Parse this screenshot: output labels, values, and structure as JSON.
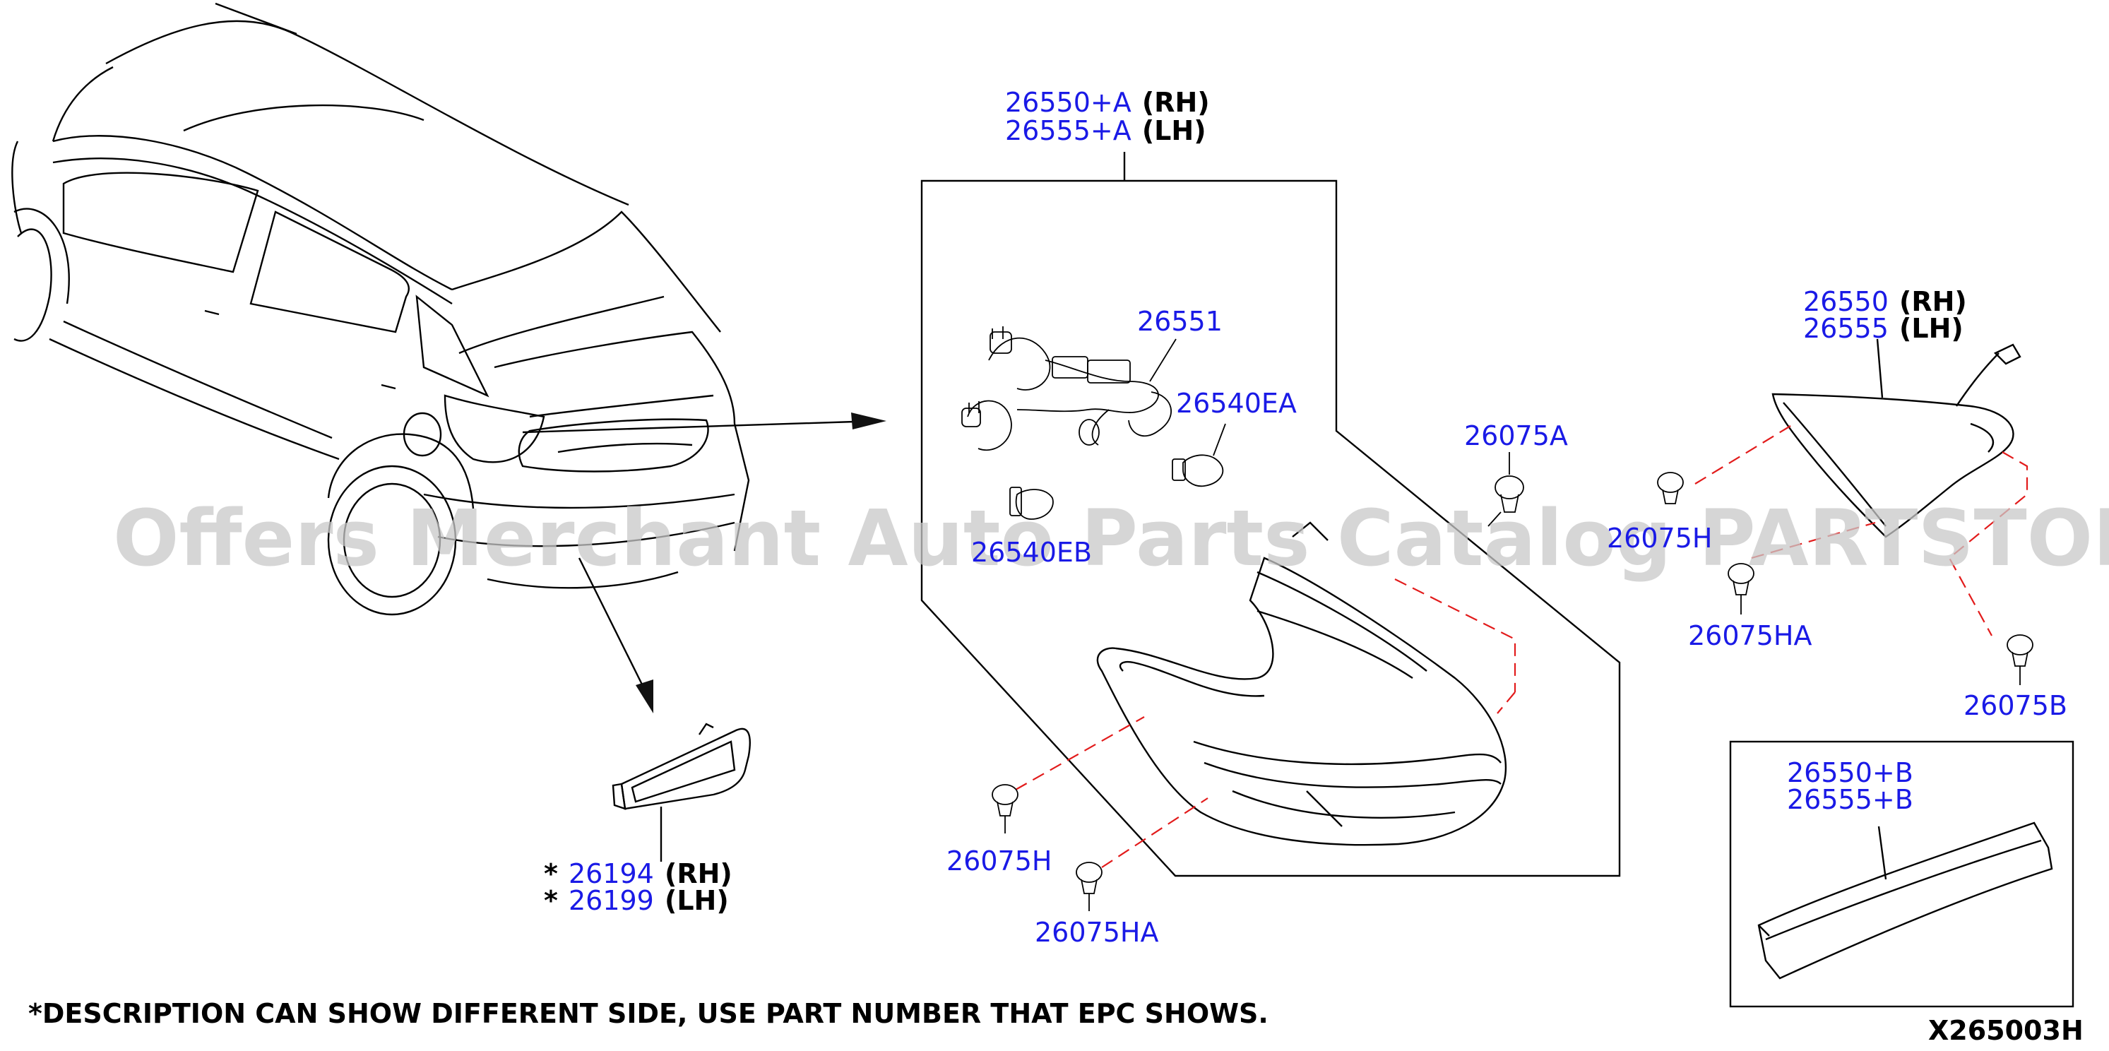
{
  "watermark": "Offers Merchant Auto Parts Catalog PARTSTORE.SA",
  "note": "*DESCRIPTION CAN SHOW DIFFERENT SIDE, USE PART NUMBER THAT EPC SHOWS.",
  "diagram_code": "X265003H",
  "callouts": {
    "assy_rh": {
      "pn": "26550+A",
      "side": "(RH)"
    },
    "assy_lh": {
      "pn": "26555+A",
      "side": "(LH)"
    },
    "harness": {
      "pn": "26551"
    },
    "bulb_a": {
      "pn": "26540EA"
    },
    "bulb_b": {
      "pn": "26540EB"
    },
    "grommet_a": {
      "pn": "26075A"
    },
    "grommet_h_left": {
      "pn": "26075H"
    },
    "grommet_ha_left": {
      "pn": "26075HA"
    },
    "lamp_rh": {
      "pn": "26550",
      "side": "(RH)"
    },
    "lamp_lh": {
      "pn": "26555",
      "side": "(LH)"
    },
    "grommet_h_right": {
      "pn": "26075H"
    },
    "grommet_ha_right": {
      "pn": "26075HA"
    },
    "grommet_b": {
      "pn": "26075B"
    },
    "lens_b_rh": {
      "pn": "26550+B"
    },
    "lens_b_lh": {
      "pn": "26555+B"
    },
    "marker_rh": {
      "star": "*",
      "pn": "26194",
      "side": "(RH)"
    },
    "marker_lh": {
      "star": "*",
      "pn": "26199",
      "side": "(LH)"
    }
  }
}
